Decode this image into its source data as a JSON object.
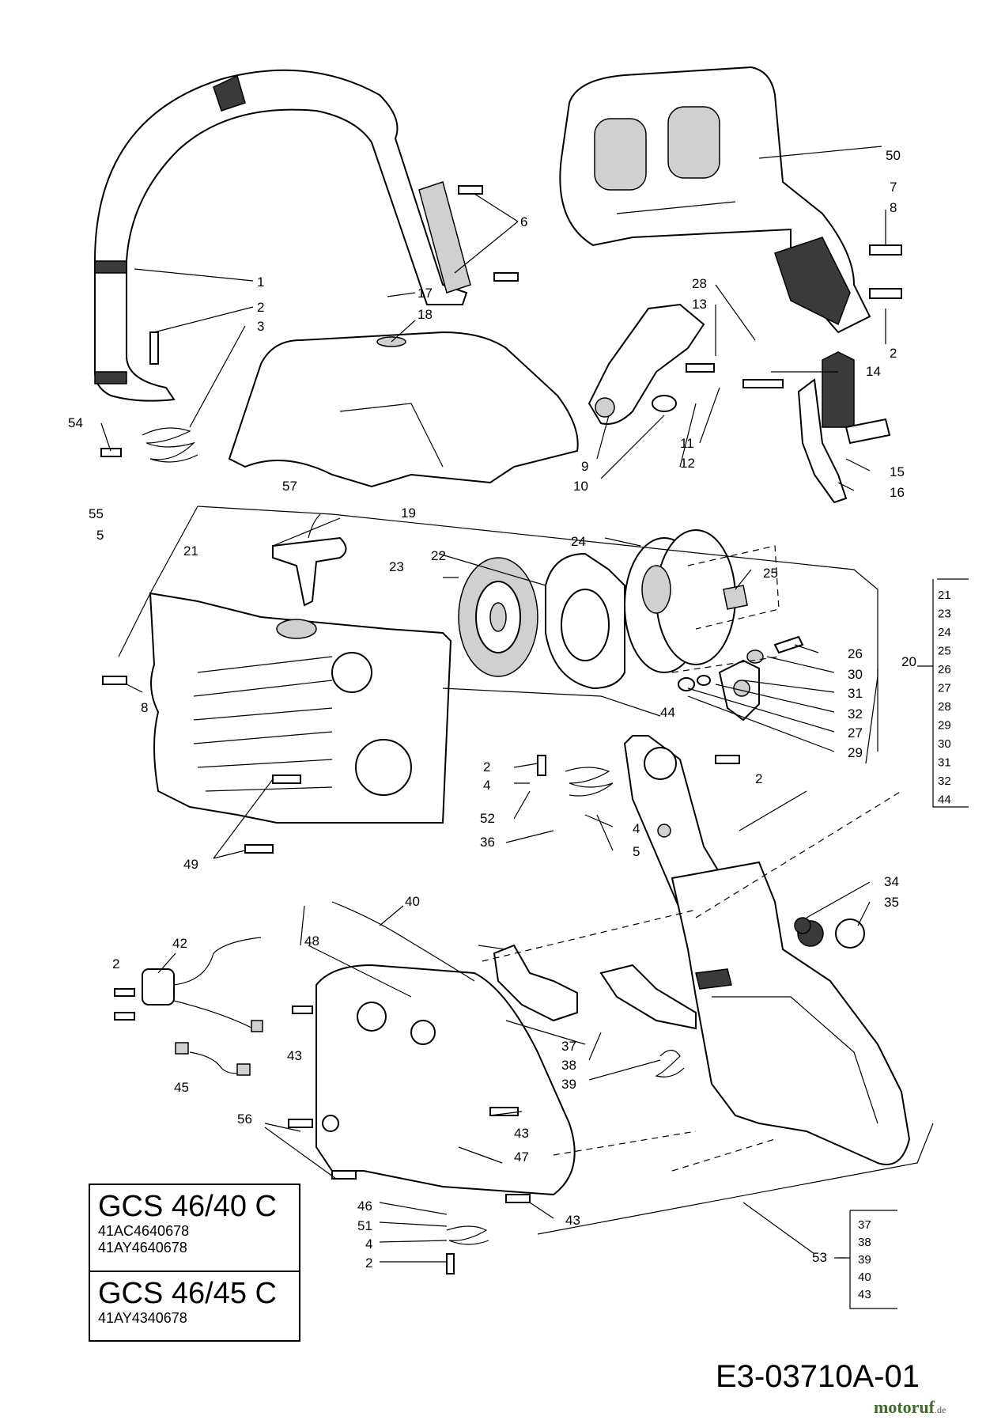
{
  "models": [
    {
      "name": "GCS 46/40 C",
      "codes": [
        "41AC4640678",
        "41AY4640678"
      ]
    },
    {
      "name": "GCS 46/45 C",
      "codes": [
        "41AY4340678"
      ]
    }
  ],
  "drawing_ref": "E3-03710A-01",
  "watermark": {
    "name": "motoruf",
    "tld": ".de"
  },
  "callouts": {
    "1": "1",
    "2": "2",
    "3": "3",
    "4": "4",
    "5": "5",
    "6": "6",
    "7": "7",
    "8": "8",
    "9": "9",
    "10": "10",
    "11": "11",
    "12": "12",
    "13": "13",
    "14": "14",
    "15": "15",
    "16": "16",
    "17": "17",
    "18": "18",
    "19": "19",
    "20": "20",
    "21": "21",
    "22": "22",
    "23": "23",
    "24": "24",
    "25": "25",
    "26": "26",
    "27": "27",
    "28": "28",
    "29": "29",
    "30": "30",
    "31": "31",
    "32": "32",
    "34": "34",
    "35": "35",
    "36": "36",
    "37": "37",
    "38": "38",
    "39": "39",
    "40": "40",
    "42": "42",
    "43": "43",
    "44": "44",
    "45": "45",
    "46": "46",
    "47": "47",
    "48": "48",
    "49": "49",
    "50": "50",
    "51": "51",
    "52": "52",
    "53": "53",
    "54": "54",
    "55": "55",
    "56": "56",
    "57": "57"
  },
  "kit_20": [
    "21",
    "23",
    "24",
    "25",
    "26",
    "27",
    "28",
    "29",
    "30",
    "31",
    "32",
    "44"
  ],
  "kit_53": [
    "37",
    "38",
    "39",
    "40",
    "43"
  ]
}
